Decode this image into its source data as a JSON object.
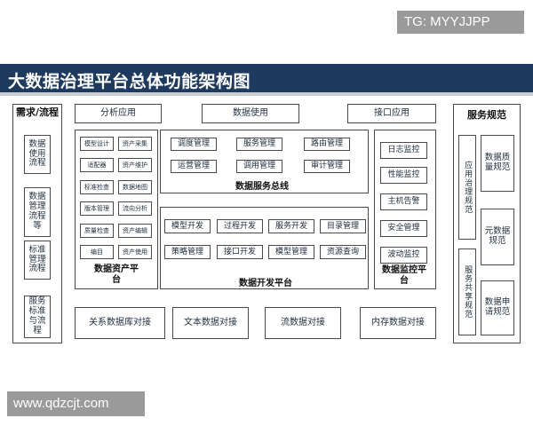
{
  "watermarks": {
    "top": "TG: MYYJJPP",
    "bottom": "www.qdzcjt.com"
  },
  "title": "大数据治理平台总体功能架构图",
  "left_column": {
    "heading": "需求/流程",
    "items": [
      "数据使用流程",
      "数据管理流程等",
      "标准管理流程",
      "服务标准与流程"
    ]
  },
  "top_apps": [
    "分析应用",
    "数据使用",
    "接口应用"
  ],
  "data_assets": {
    "label": "数据资产平台",
    "items": [
      "模型设计",
      "资产采集",
      "适配器",
      "资产维护",
      "标准检查",
      "数据地图",
      "版本管理",
      "流向分析",
      "质量检查",
      "资产编辑",
      "编目",
      "资产使用"
    ]
  },
  "service_bus": {
    "label": "数据服务总线",
    "items": [
      "调度管理",
      "服务管理",
      "路由管理",
      "运营管理",
      "调用管理",
      "审计管理"
    ]
  },
  "dev_platform": {
    "label": "数据开发平台",
    "items": [
      "模型开发",
      "过程开发",
      "服务开发",
      "目录管理",
      "策略管理",
      "接口开发",
      "模型管理",
      "资源查询"
    ]
  },
  "monitor": {
    "label": "数据监控平台",
    "items": [
      "日志监控",
      "性能监控",
      "主机告警",
      "安全管理",
      "波动监控"
    ]
  },
  "connectors": [
    "关系数据库对接",
    "文本数据对接",
    "流数据对接",
    "内存数据对接"
  ],
  "service_spec": {
    "heading": "服务规范",
    "groups": [
      "应用治理规范",
      "服务共享规范"
    ],
    "items": [
      "数据质量规范",
      "元数据规范",
      "数据申请规范"
    ]
  }
}
